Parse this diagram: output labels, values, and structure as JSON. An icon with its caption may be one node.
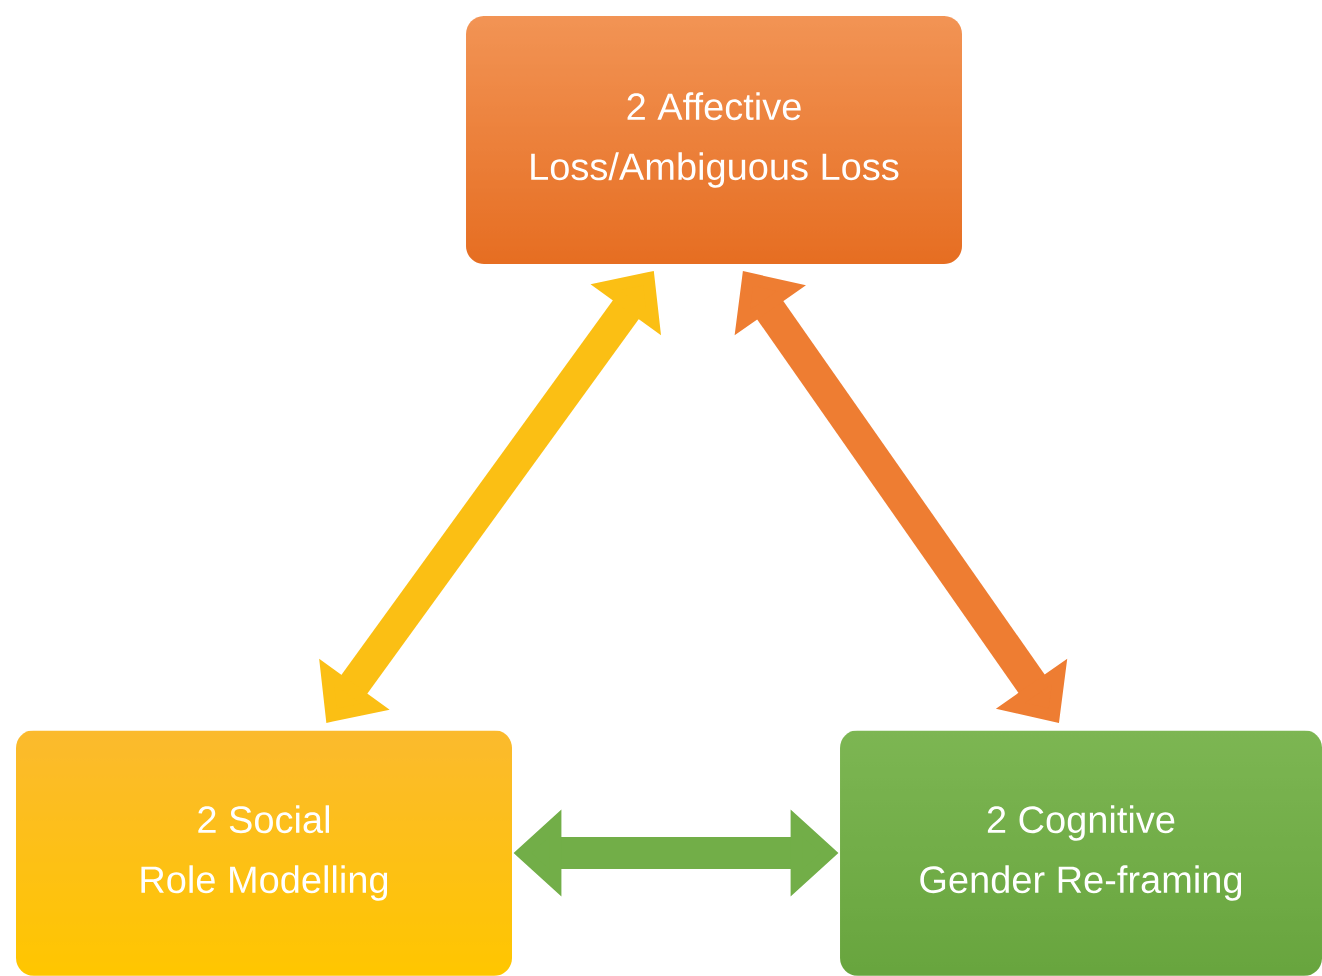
{
  "diagram": {
    "nodes": [
      {
        "text": [
          "2 Affective",
          "Loss/Ambiguous Loss"
        ]
      },
      {
        "text": [
          "2 Social",
          "Role Modelling"
        ]
      },
      {
        "text": [
          "2 Cognitive",
          "Gender Re-framing"
        ]
      }
    ],
    "edges": [
      {
        "from": 1,
        "to": 0,
        "arrow": "both",
        "color": "#fbbf14"
      },
      {
        "from": 0,
        "to": 2,
        "arrow": "both",
        "color": "#ee7d32"
      },
      {
        "from": 1,
        "to": 2,
        "arrow": "both",
        "color": "#72ae48"
      }
    ]
  }
}
